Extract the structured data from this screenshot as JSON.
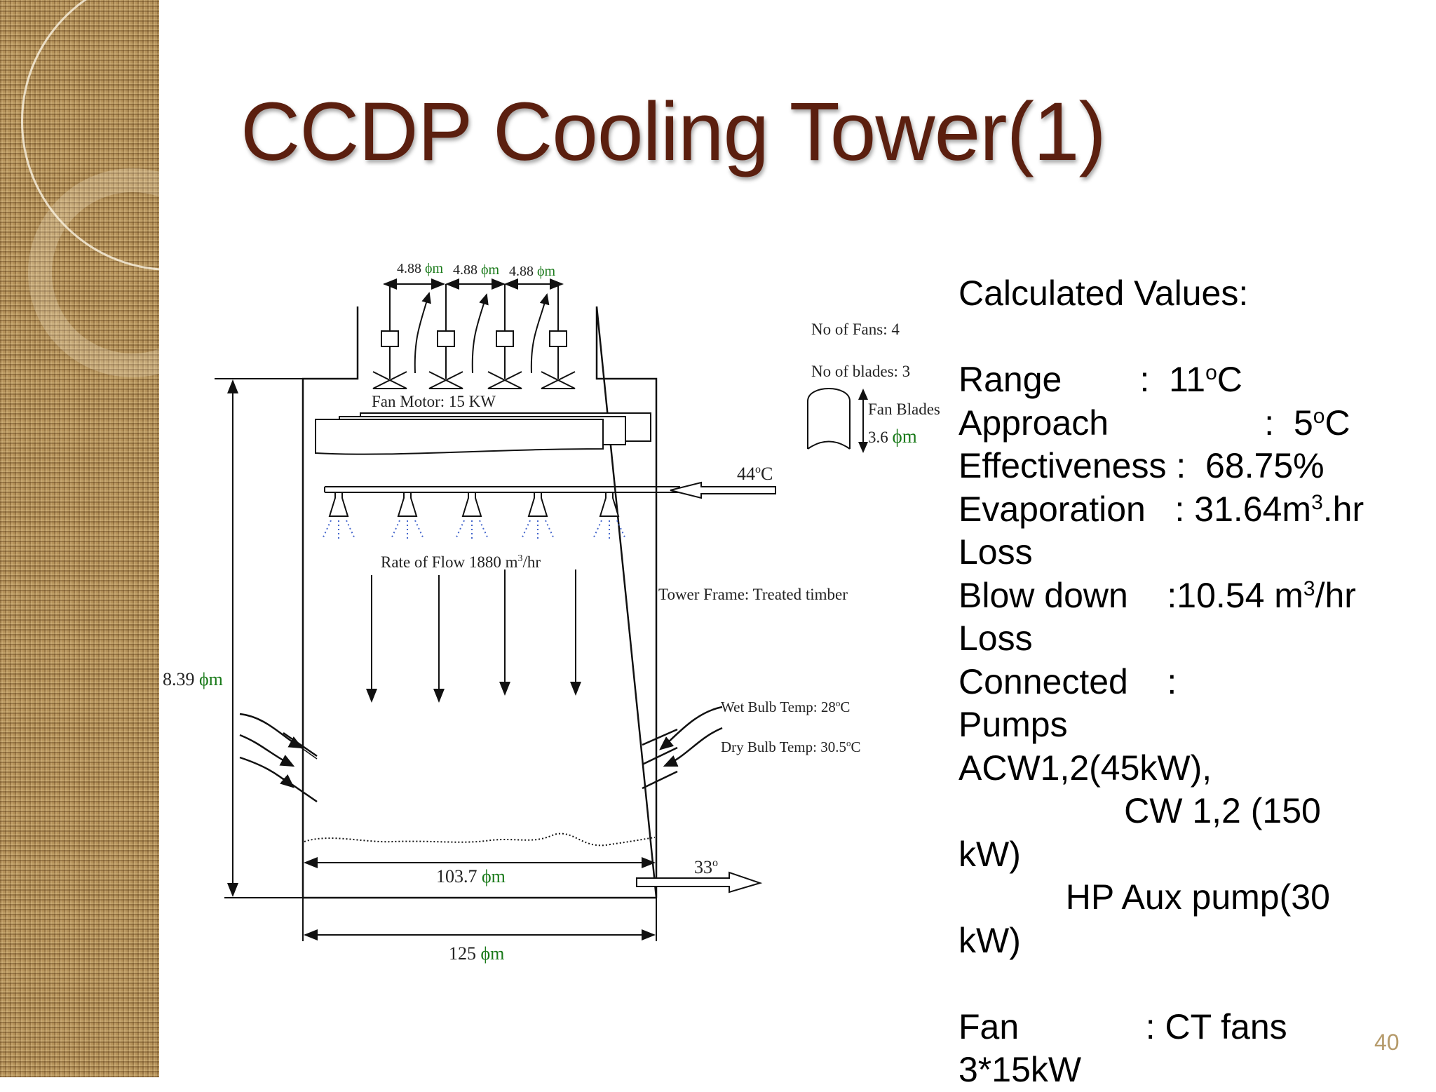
{
  "slide": {
    "title": "CCDP Cooling Tower(1)",
    "page_number": "40"
  },
  "diagram": {
    "fan_spacing": [
      "4.88",
      "4.88",
      "4.88"
    ],
    "phi_m": "ϕm",
    "fan_motor": "Fan Motor: 15 KW",
    "no_of_fans": "No of Fans: 4",
    "no_of_blades": "No of blades: 3",
    "fan_blades_label": "Fan Blades",
    "fan_blades_size": "3.6",
    "inlet_temp": "44",
    "inlet_unit": "C",
    "rate_of_flow": "Rate of Flow 1880 m",
    "rate_of_flow_unit": "/hr",
    "tower_frame": "Tower Frame: Treated timber",
    "height": "8.39",
    "wet_bulb": "Wet Bulb Temp: 28",
    "dry_bulb": "Dry Bulb Temp: 30.5",
    "deg_c": "C",
    "basin_width": "103.7",
    "outlet_temp": "33",
    "base_width": "125"
  },
  "values": {
    "heading": "Calculated Values:",
    "range_label": "Range        :  11",
    "range_unit": "C",
    "approach_label": "Approach                :  5",
    "approach_unit": "C",
    "effectiveness": "Effectiveness :  68.75%",
    "evaporation_a": "Evaporation   : 31.64m",
    "evaporation_b": ".hr",
    "evaporation_c": "Loss",
    "blowdown_a": "Blow down    :10.54 m",
    "blowdown_b": "/hr",
    "blowdown_c": "Loss",
    "connected": "Connected    :",
    "pumps": "Pumps",
    "acw": "ACW1,2(45kW),",
    "cw": "                 CW 1,2 (150",
    "cw_end": "kW)",
    "hp": "           HP Aux pump(30",
    "hp_end": "kW)",
    "fan_a": "Fan             : CT fans",
    "fan_b": "3*15kW"
  }
}
